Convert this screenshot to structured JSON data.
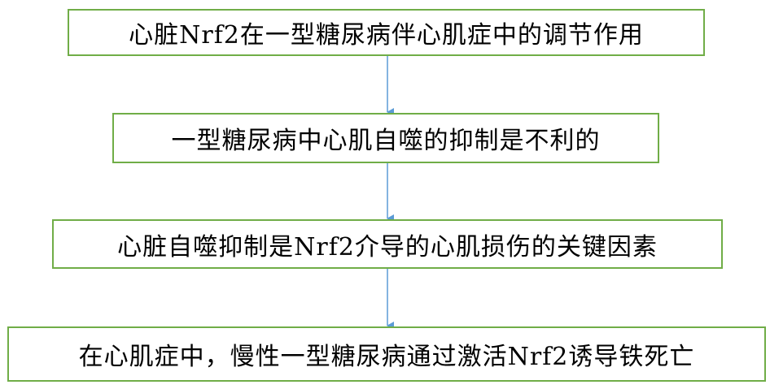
{
  "nodes": [
    {
      "id": "n1",
      "text": "心脏Nrf2在一型糖尿病伴心肌症中的调节作用"
    },
    {
      "id": "n2",
      "text": "一型糖尿病中心肌自噬的抑制是不利的"
    },
    {
      "id": "n3",
      "text": "心脏自噬抑制是Nrf2介导的心肌损伤的关键因素"
    },
    {
      "id": "n4",
      "text": "在心肌症中，慢性一型糖尿病通过激活Nrf2诱导铁死亡"
    }
  ],
  "colors": {
    "box_border": "#70AD47",
    "arrow": "#5B9BD5",
    "text": "#000000"
  }
}
